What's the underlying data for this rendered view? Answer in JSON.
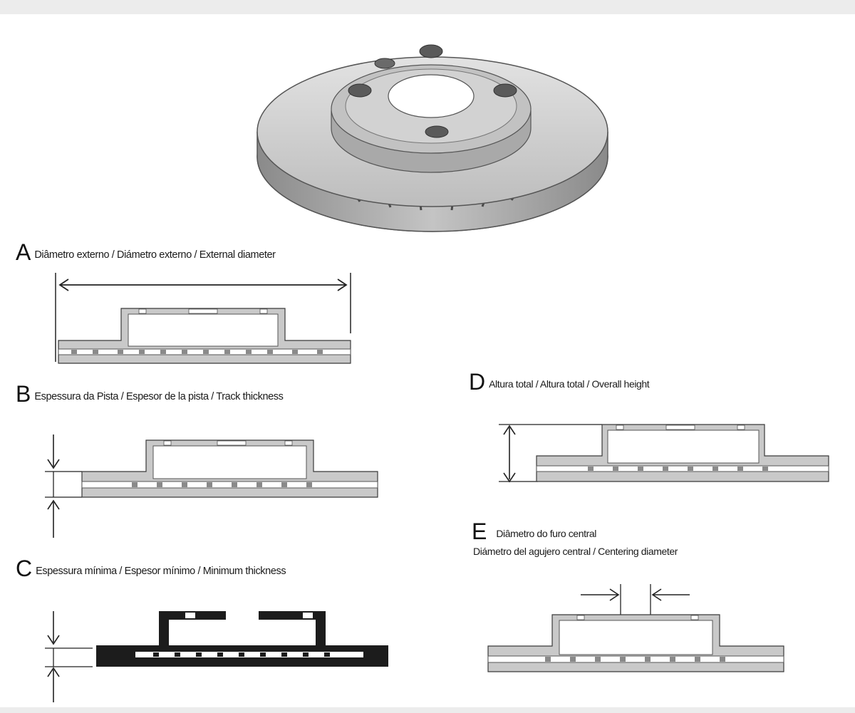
{
  "captions": {
    "a": {
      "letter": "A",
      "text": "Diâmetro externo / Diámetro externo / External diameter"
    },
    "b": {
      "letter": "B",
      "text": "Espessura da Pista / Espesor de la pista / Track thickness"
    },
    "c": {
      "letter": "C",
      "text": "Espessura mínima / Espesor mínimo / Minimum thickness"
    },
    "d": {
      "letter": "D",
      "text": "Altura total / Altura total / Overall height"
    },
    "e": {
      "letter": "E",
      "text_line1": "Diâmetro do furo central",
      "text_line2": "Diámetro del agujero central / Centering diameter"
    }
  },
  "colors": {
    "background": "#ffffff",
    "disc_face": "#c9c9c9",
    "disc_edge": "#9e9e9e",
    "outline": "#3a3a3a",
    "solid_section": "#1c1c1c",
    "frame_strip": "#ececec"
  }
}
